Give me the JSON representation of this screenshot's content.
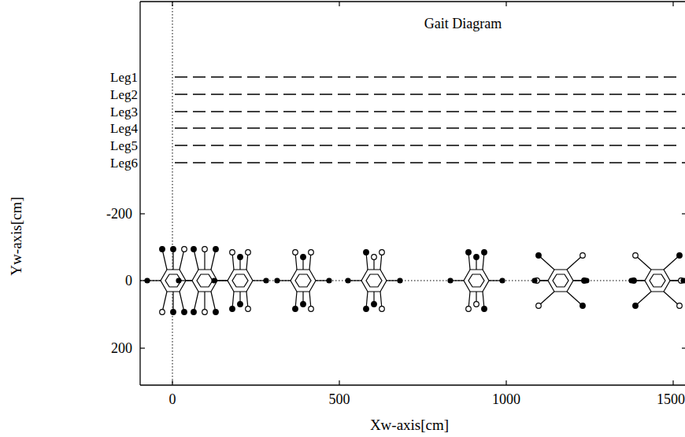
{
  "diagram": {
    "title": "Gait Diagram",
    "labels": [
      "Leg1",
      "Leg2",
      "Leg3",
      "Leg4",
      "Leg5",
      "Leg6",
      "-200",
      "0",
      "200",
      "0",
      "500",
      "1000",
      "1500",
      "Xw-axis[cm]",
      "Yw-axis[cm]"
    ]
  }
}
